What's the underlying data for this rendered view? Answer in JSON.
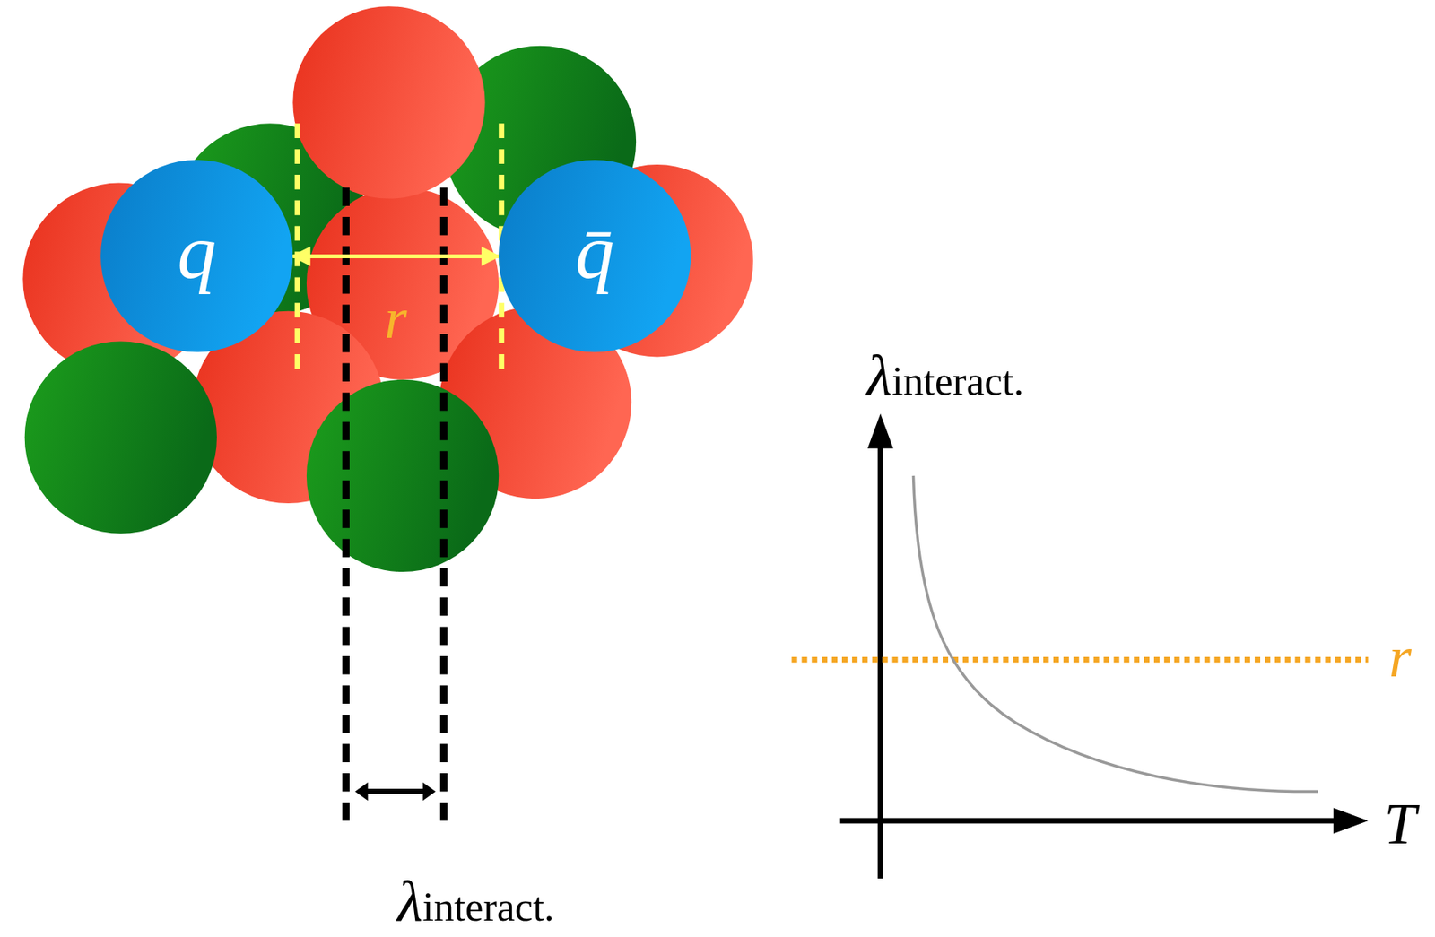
{
  "diagram": {
    "nodes": [
      {
        "text": [
          "q"
        ]
      },
      {
        "text": [
          "q̄"
        ]
      }
    ],
    "edges": [
      {
        "from": 0,
        "to": 1,
        "arrow": "both",
        "label": "r"
      }
    ],
    "labels": [
      "λinteract.",
      "λinteract.",
      "r",
      "T"
    ]
  }
}
